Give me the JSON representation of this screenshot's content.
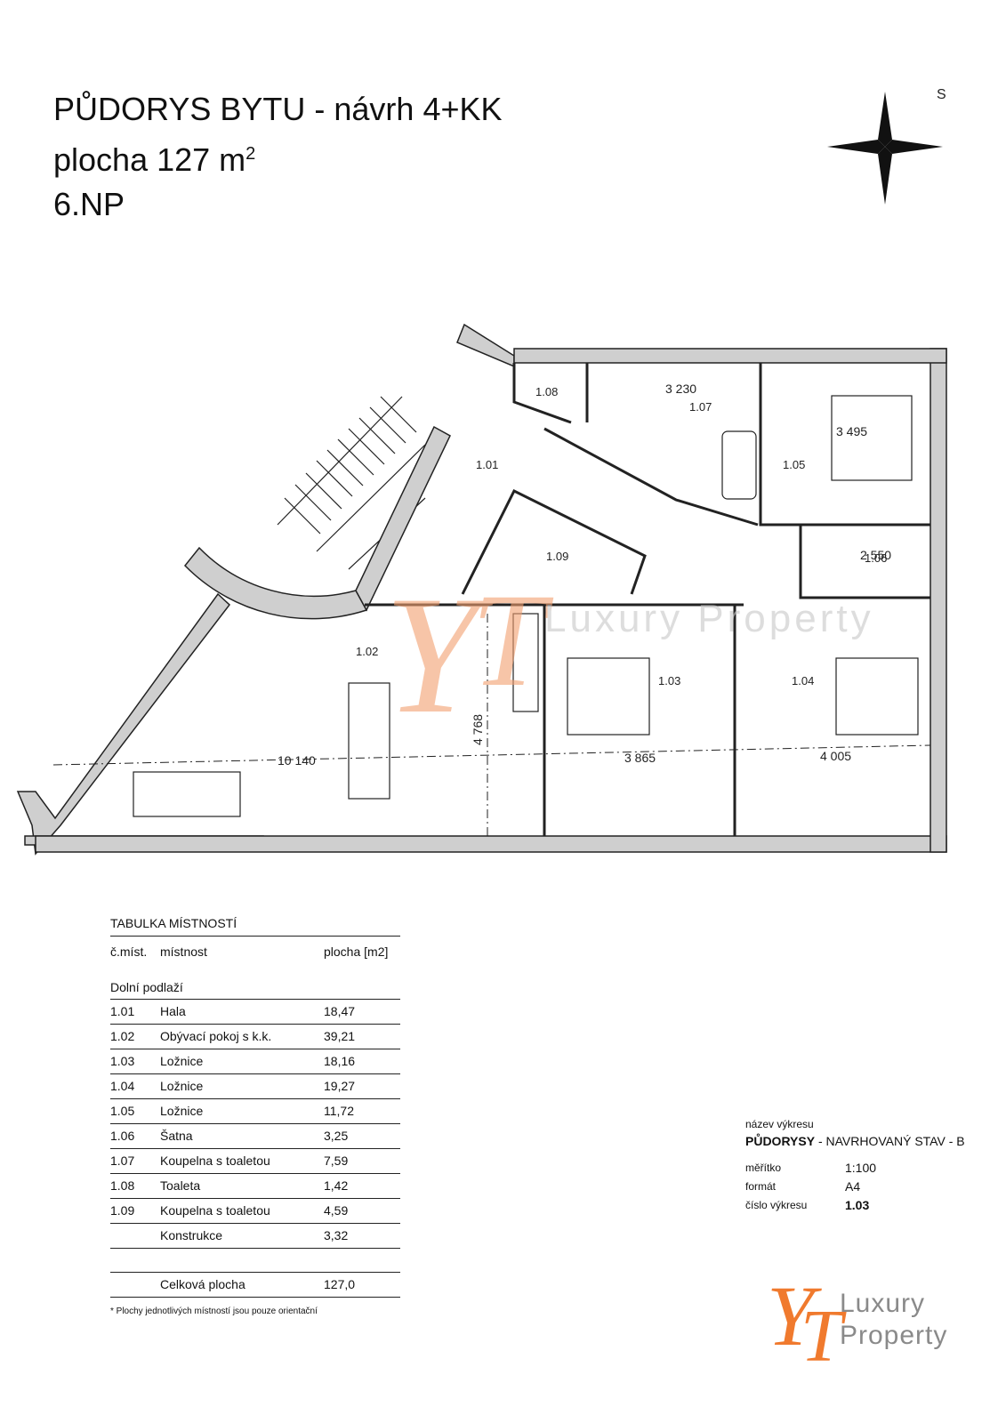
{
  "header": {
    "line1": "PŮDORYS BYTU - návrh 4+KK",
    "line2": "plocha 127 m",
    "line2_sup": "2",
    "line3": "6.NP"
  },
  "compass": {
    "label": "S"
  },
  "plan": {
    "rooms": {
      "r101": "1.01",
      "r102": "1.02",
      "r103": "1.03",
      "r104": "1.04",
      "r105": "1.05",
      "r106": "1.06",
      "r107": "1.07",
      "r108": "1.08",
      "r109": "1.09"
    },
    "dimensions": {
      "d1": "3 230",
      "d2": "3 495",
      "d3": "2 550",
      "d4": "10 140",
      "d5": "4 768",
      "d6": "3 865",
      "d7": "4 005"
    },
    "watermark_text": "Luxury Property"
  },
  "room_table": {
    "title": "TABULKA MÍSTNOSTÍ",
    "col_no": "č.míst.",
    "col_name": "místnost",
    "col_area": "plocha [m2]",
    "section": "Dolní podlaží",
    "rows": [
      {
        "no": "1.01",
        "name": "Hala",
        "area": "18,47"
      },
      {
        "no": "1.02",
        "name": "Obývací pokoj s k.k.",
        "area": "39,21"
      },
      {
        "no": "1.03",
        "name": "Ložnice",
        "area": "18,16"
      },
      {
        "no": "1.04",
        "name": "Ložnice",
        "area": "19,27"
      },
      {
        "no": "1.05",
        "name": "Ložnice",
        "area": "11,72"
      },
      {
        "no": "1.06",
        "name": "Šatna",
        "area": "3,25"
      },
      {
        "no": "1.07",
        "name": "Koupelna s toaletou",
        "area": "7,59"
      },
      {
        "no": "1.08",
        "name": "Toaleta",
        "area": "1,42"
      },
      {
        "no": "1.09",
        "name": "Koupelna s toaletou",
        "area": "4,59"
      },
      {
        "no": "",
        "name": "Konstrukce",
        "area": "3,32"
      }
    ],
    "total_label": "Celková plocha",
    "total_value": "127,0",
    "note": "* Plochy jednotlivých místností jsou pouze orientační"
  },
  "drawing_info": {
    "name_label": "název výkresu",
    "name_bold": "PŮDORYSY",
    "name_rest": " - NAVRHOVANÝ STAV - B",
    "scale_label": "měřítko",
    "scale_value": "1:100",
    "format_label": "formát",
    "format_value": "A4",
    "number_label": "číslo výkresu",
    "number_value": "1.03"
  },
  "logo": {
    "line1": "Luxury",
    "line2": "Property"
  },
  "colors": {
    "accent": "#f07a2e",
    "wall": "#cfcfcf",
    "line": "#222222",
    "logo_gray": "#8a8a8a"
  }
}
